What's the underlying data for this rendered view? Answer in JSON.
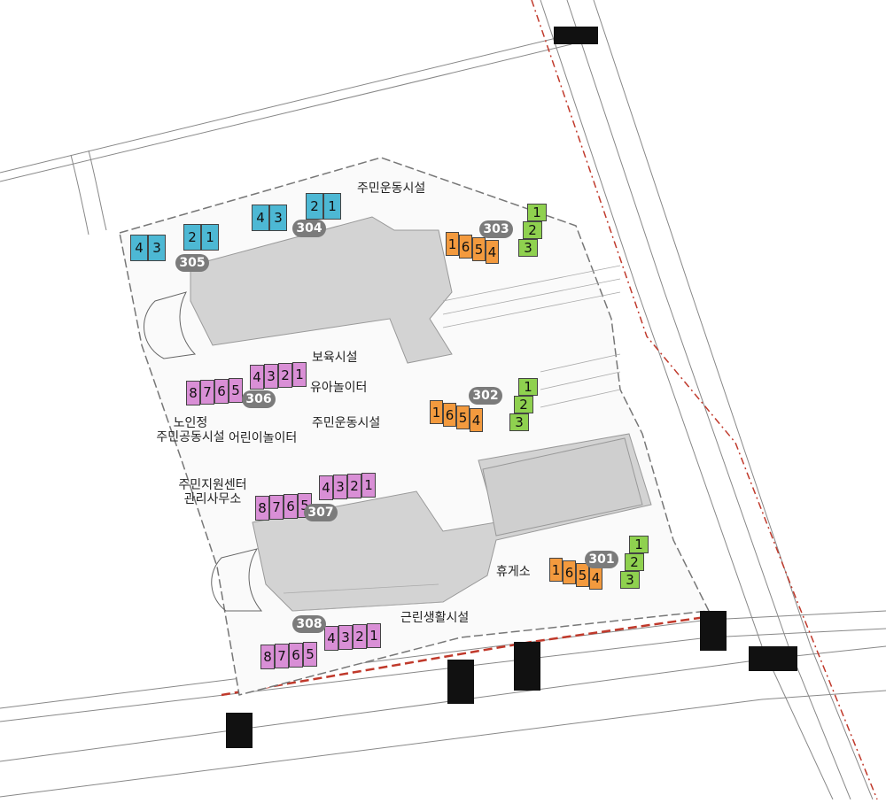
{
  "colors": {
    "blue_units": "#4db8d4",
    "green_units": "#8fd14f",
    "orange_units": "#f39a3e",
    "pink_units": "#d98fd6",
    "parking_gray": "#d3d3d3",
    "badge_gray": "#7b7b7b",
    "boundary_red": "#c0392b"
  },
  "buildings": [
    {
      "id": "305",
      "units_a": [
        "4",
        "3"
      ],
      "units_b": [
        "2",
        "1"
      ]
    },
    {
      "id": "304",
      "units_a": [
        "4",
        "3"
      ],
      "units_b": [
        "2",
        "1"
      ]
    },
    {
      "id": "303",
      "units_a": [
        "1",
        "6",
        "5",
        "4"
      ],
      "units_b": [
        "1",
        "2",
        "3"
      ]
    },
    {
      "id": "302",
      "units_a": [
        "1",
        "6",
        "5",
        "4"
      ],
      "units_b": [
        "1",
        "2",
        "3"
      ]
    },
    {
      "id": "301",
      "units_a": [
        "1",
        "6",
        "5",
        "4"
      ],
      "units_b": [
        "1",
        "2",
        "3"
      ]
    },
    {
      "id": "306",
      "units_a": [
        "8",
        "7",
        "6",
        "5"
      ],
      "units_b": [
        "4",
        "3",
        "2",
        "1"
      ]
    },
    {
      "id": "307",
      "units_a": [
        "8",
        "7",
        "6",
        "5"
      ],
      "units_b": [
        "4",
        "3",
        "2",
        "1"
      ]
    },
    {
      "id": "308",
      "units_a": [
        "8",
        "7",
        "6",
        "5"
      ],
      "units_b": [
        "4",
        "3",
        "2",
        "1"
      ]
    }
  ],
  "labels": {
    "resident_sports_1": "주민운동시설",
    "childcare": "보육시설",
    "toddler_play": "유아놀이터",
    "resident_sports_2": "주민운동시설",
    "senior_1": "노인정",
    "senior_2": "주민공동시설",
    "kids_play": "어린이놀이터",
    "support_center_1": "주민지원센터",
    "support_center_2": "관리사무소",
    "rest_area": "휴게소",
    "neighborhood": "근린생활시설"
  }
}
